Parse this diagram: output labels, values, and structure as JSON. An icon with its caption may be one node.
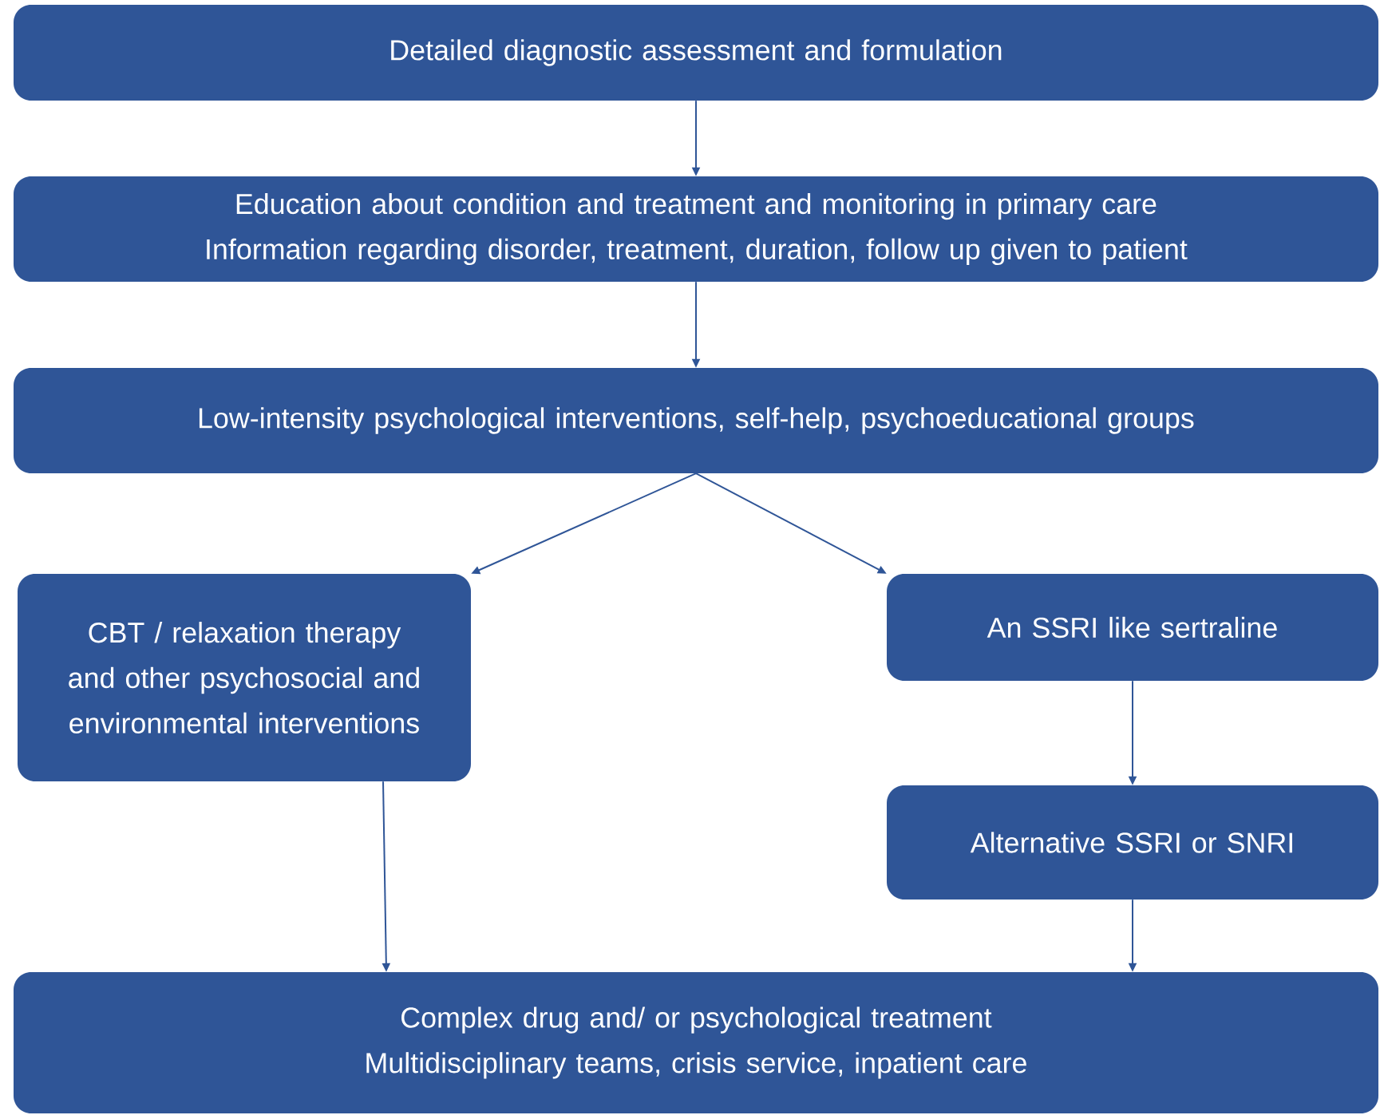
{
  "diagram": {
    "nodes": [
      {
        "text": [
          "Detailed diagnostic assessment and formulation"
        ]
      },
      {
        "text": [
          "Education about condition and treatment and monitoring in primary care",
          "Information regarding disorder, treatment, duration, follow up given to patient"
        ]
      },
      {
        "text": [
          "Low-intensity psychological interventions, self-help, psychoeducational groups"
        ]
      },
      {
        "text": [
          "CBT / relaxation therapy and other psychosocial and environmental interventions"
        ]
      },
      {
        "text": [
          "An SSRI like sertraline"
        ]
      },
      {
        "text": [
          "Alternative SSRI or SNRI"
        ]
      },
      {
        "text": [
          "Complex drug and/ or psychological treatment",
          "Multidisciplinary teams, crisis service, inpatient care"
        ]
      }
    ],
    "edges": [
      {
        "from": 0,
        "to": 1,
        "arrow": "to"
      },
      {
        "from": 1,
        "to": 2,
        "arrow": "to"
      },
      {
        "from": 2,
        "to": 3,
        "arrow": "to"
      },
      {
        "from": 2,
        "to": 4,
        "arrow": "to"
      },
      {
        "from": 4,
        "to": 5,
        "arrow": "to"
      },
      {
        "from": 3,
        "to": 6,
        "arrow": "to"
      },
      {
        "from": 5,
        "to": 6,
        "arrow": "to"
      }
    ]
  }
}
